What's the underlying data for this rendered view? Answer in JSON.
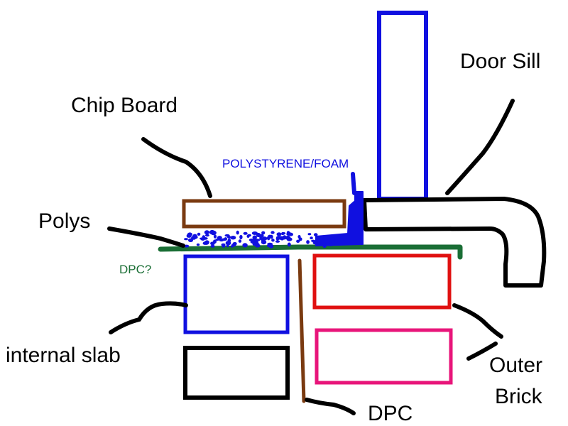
{
  "labels": {
    "door_sill": "Door Sill",
    "chip_board": "Chip Board",
    "polystyrene_foam": "POLYSTYRENE/FOAM",
    "polys": "Polys",
    "dpc_question": "DPC?",
    "internal_slab": "internal slab",
    "outer_brick_line1": "Outer",
    "outer_brick_line2": "Brick",
    "dpc_bottom": "DPC"
  },
  "colors": {
    "background": "#ffffff",
    "black": "#000000",
    "blue": "#1010e0",
    "brown": "#7a3a10",
    "green": "#1a6e35",
    "red": "#e01010",
    "pink": "#e8157a"
  }
}
